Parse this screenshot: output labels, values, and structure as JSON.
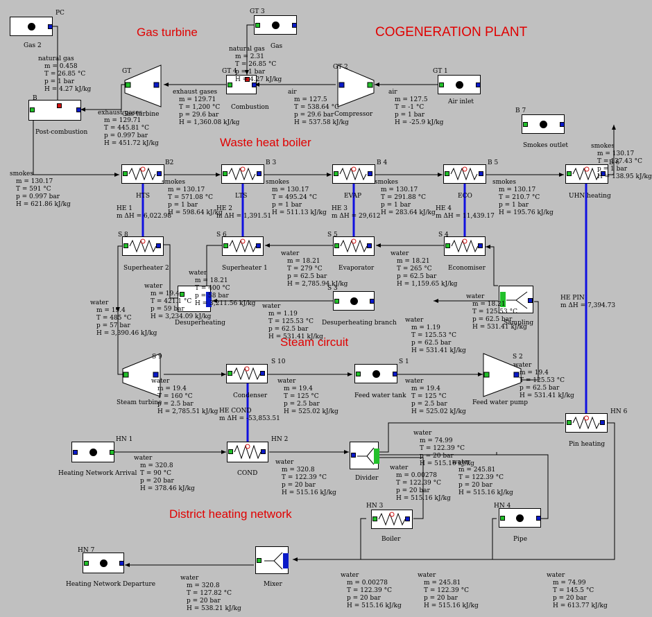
{
  "titles": {
    "plant": "COGENERATION PLANT",
    "gas_turbine": "Gas turbine",
    "waste_heat_boiler": "Waste heat boiler",
    "steam_circuit": "Steam circuit",
    "district_heating": "District heating network"
  },
  "components": {
    "pc_tag": "PC",
    "gas2": "Gas 2",
    "gt3_tag": "GT 3",
    "gas": "Gas",
    "gt_tag": "GT",
    "gas_turbine": "Gas turbine",
    "gt4_tag": "GT 4",
    "combustion": "Combustion",
    "gt2_tag": "GT 2",
    "compressor": "Compressor",
    "gt1_tag": "GT 1",
    "air_inlet": "Air inlet",
    "b_tag": "B",
    "post_combustion": "Post-combustion",
    "b7_tag": "B 7",
    "smokes_outlet": "Smokes outlet",
    "b2_tag": "B2",
    "hts": "HTS",
    "b3_tag": "B 3",
    "lts": "LTS",
    "b4_tag": "B 4",
    "evap": "EVAP",
    "b5_tag": "B 5",
    "eco": "ECO",
    "b6_tag": "B 6",
    "uhn": "UHN heating",
    "s8_tag": "S 8",
    "superheater2": "Superheater 2",
    "s6_tag": "S 6",
    "superheater1": "Superheater 1",
    "s5_tag": "S 5",
    "evaporator": "Evaporator",
    "s4_tag": "S 4",
    "economiser": "Economiser",
    "s7_tag": "S 7",
    "desuperheating": "Desuperheating",
    "s3_tag": "S 3",
    "desup_branch": "Desuperheating branch",
    "sampling": "Sampling",
    "s9_tag": "S 9",
    "steam_turbine": "Steam turbine",
    "s10_tag": "S 10",
    "condenser": "Condenser",
    "s1_tag": "S 1",
    "feed_tank": "Feed water tank",
    "s2_tag": "S 2",
    "feed_pump": "Feed water pump",
    "hn1_tag": "HN 1",
    "hn_arrival": "Heating Network Arrival",
    "hn2_tag": "HN 2",
    "cond": "COND",
    "divider": "Divider",
    "hn6_tag": "HN 6",
    "pin_heating": "Pin heating",
    "hn3_tag": "HN 3",
    "boiler": "Boiler",
    "hn4_tag": "HN 4",
    "pipe": "Pipe",
    "hn7_tag": "HN 7",
    "hn_departure": "Heating Network Departure",
    "mixer": "Mixer"
  },
  "heat_exchanges": {
    "he1": [
      "HE 1",
      "m ΔH = 6,022.98"
    ],
    "he2": [
      "HE 2",
      "m ΔH = 1,391.51"
    ],
    "he3": [
      "HE 3",
      "m ΔH = 29,612"
    ],
    "he4": [
      "HE 4",
      "m ΔH = 11,439.17"
    ],
    "hepin": [
      "HE PIN",
      "m ΔH = 7,394.73"
    ],
    "hecond": [
      "HE COND",
      "m ΔH = -53,853.51"
    ]
  },
  "streams": [
    [
      "natural gas",
      "m = 0.458",
      "T = 26.85 °C",
      "p = 1 bar",
      "H = 4.27 kJ/kg"
    ],
    [
      "natural gas",
      "m = 2.31",
      "T = 26.85 °C",
      "p = 1 bar",
      "H = 4.27 kJ/kg"
    ],
    [
      "exhaust gases",
      "m = 129.71",
      "T = 1,200 °C",
      "p = 29.6 bar",
      "H = 1,360.08 kJ/kg"
    ],
    [
      "air",
      "m = 127.5",
      "T = 538.64 °C",
      "p = 29.6 bar",
      "H = 537.58 kJ/kg"
    ],
    [
      "air",
      "m = 127.5",
      "T = -1 °C",
      "p = 1 bar",
      "H = -25.9 kJ/kg"
    ],
    [
      "exhaust gases",
      "m = 129.71",
      "T = 445.81 °C",
      "p = 0.997 bar",
      "H = 451.72 kJ/kg"
    ],
    [
      "smokes",
      "m = 130.17",
      "T = 137.43 °C",
      "p = 1 bar",
      "H = 138.95 kJ/kg"
    ],
    [
      "smokes",
      "m = 130.17",
      "T = 591 °C",
      "p = 0.997 bar",
      "H = 621.86 kJ/kg"
    ],
    [
      "smokes",
      "m = 130.17",
      "T = 571.08 °C",
      "p = 1 bar",
      "H = 598.64 kJ/kg"
    ],
    [
      "smokes",
      "m = 130.17",
      "T = 495.24 °C",
      "p = 1 bar",
      "H = 511.13 kJ/kg"
    ],
    [
      "smokes",
      "m = 130.17",
      "T = 291.88 °C",
      "p = 1 bar",
      "H = 283.64 kJ/kg"
    ],
    [
      "smokes",
      "m = 130.17",
      "T = 210.7 °C",
      "p = 1 bar",
      "H = 195.76 kJ/kg"
    ],
    [
      "water",
      "m = 18.21",
      "T = 279 °C",
      "p = 62.5 bar",
      "H = 2,785.94 kJ/kg"
    ],
    [
      "water",
      "m = 18.21",
      "T = 265 °C",
      "p = 62.5 bar",
      "H = 1,159.65 kJ/kg"
    ],
    [
      "water",
      "m = 18.21",
      "T = 400 °C",
      "p = 58 bar",
      "H = 3,211.56 kJ/kg"
    ],
    [
      "water",
      "m = 19.4",
      "T = 421.1 °C",
      "p = 59 bar",
      "H = 3,234.09 kJ/kg"
    ],
    [
      "water",
      "m = 19.4",
      "T = 485 °C",
      "p = 57 bar",
      "H = 3,390.46 kJ/kg"
    ],
    [
      "water",
      "m = 1.19",
      "T = 125.53 °C",
      "p = 62.5 bar",
      "H = 531.41 kJ/kg"
    ],
    [
      "water",
      "m = 18.21",
      "T = 125.53 °C",
      "p = 62.5 bar",
      "H = 531.41 kJ/kg"
    ],
    [
      "water",
      "m = 1.19",
      "T = 125.53 °C",
      "p = 62.5 bar",
      "H = 531.41 kJ/kg"
    ],
    [
      "water",
      "m = 19.4",
      "T = 125.53 °C",
      "p = 62.5 bar",
      "H = 531.41 kJ/kg"
    ],
    [
      "water",
      "m = 19.4",
      "T = 160 °C",
      "p = 2.5 bar",
      "H = 2,785.51 kJ/kg"
    ],
    [
      "water",
      "m = 19.4",
      "T = 125 °C",
      "p = 2.5 bar",
      "H = 525.02 kJ/kg"
    ],
    [
      "water",
      "m = 19.4",
      "T = 125 °C",
      "p = 2.5 bar",
      "H = 525.02 kJ/kg"
    ],
    [
      "water",
      "m = 320.8",
      "T = 90 °C",
      "p = 20 bar",
      "H = 378.46 kJ/kg"
    ],
    [
      "water",
      "m = 320.8",
      "T = 122.39 °C",
      "p = 20 bar",
      "H = 515.16 kJ/kg"
    ],
    [
      "water",
      "m = 74.99",
      "T = 122.39 °C",
      "p = 20 bar",
      "H = 515.16 kJ/kg"
    ],
    [
      "water",
      "m = 245.81",
      "T = 122.39 °C",
      "p = 20 bar",
      "H = 515.16 kJ/kg"
    ],
    [
      "water",
      "m = 0.00278",
      "T = 122.39 °C",
      "p = 20 bar",
      "H = 515.16 kJ/kg"
    ],
    [
      "water",
      "m = 320.8",
      "T = 127.82 °C",
      "p = 20 bar",
      "H = 538.21 kJ/kg"
    ],
    [
      "water",
      "m = 0.00278",
      "T = 122.39 °C",
      "p = 20 bar",
      "H = 515.16 kJ/kg"
    ],
    [
      "water",
      "m = 245.81",
      "T = 122.39 °C",
      "p = 20 bar",
      "H = 515.16 kJ/kg"
    ],
    [
      "water",
      "m = 74.99",
      "T = 145.5 °C",
      "p = 20 bar",
      "H = 613.77 kJ/kg"
    ]
  ],
  "colors": {
    "background": "#c0c0c0",
    "title": "#e00000",
    "inlet": "#22c02a",
    "outlet": "#0a1ac8",
    "heat_link": "#1010e0"
  }
}
